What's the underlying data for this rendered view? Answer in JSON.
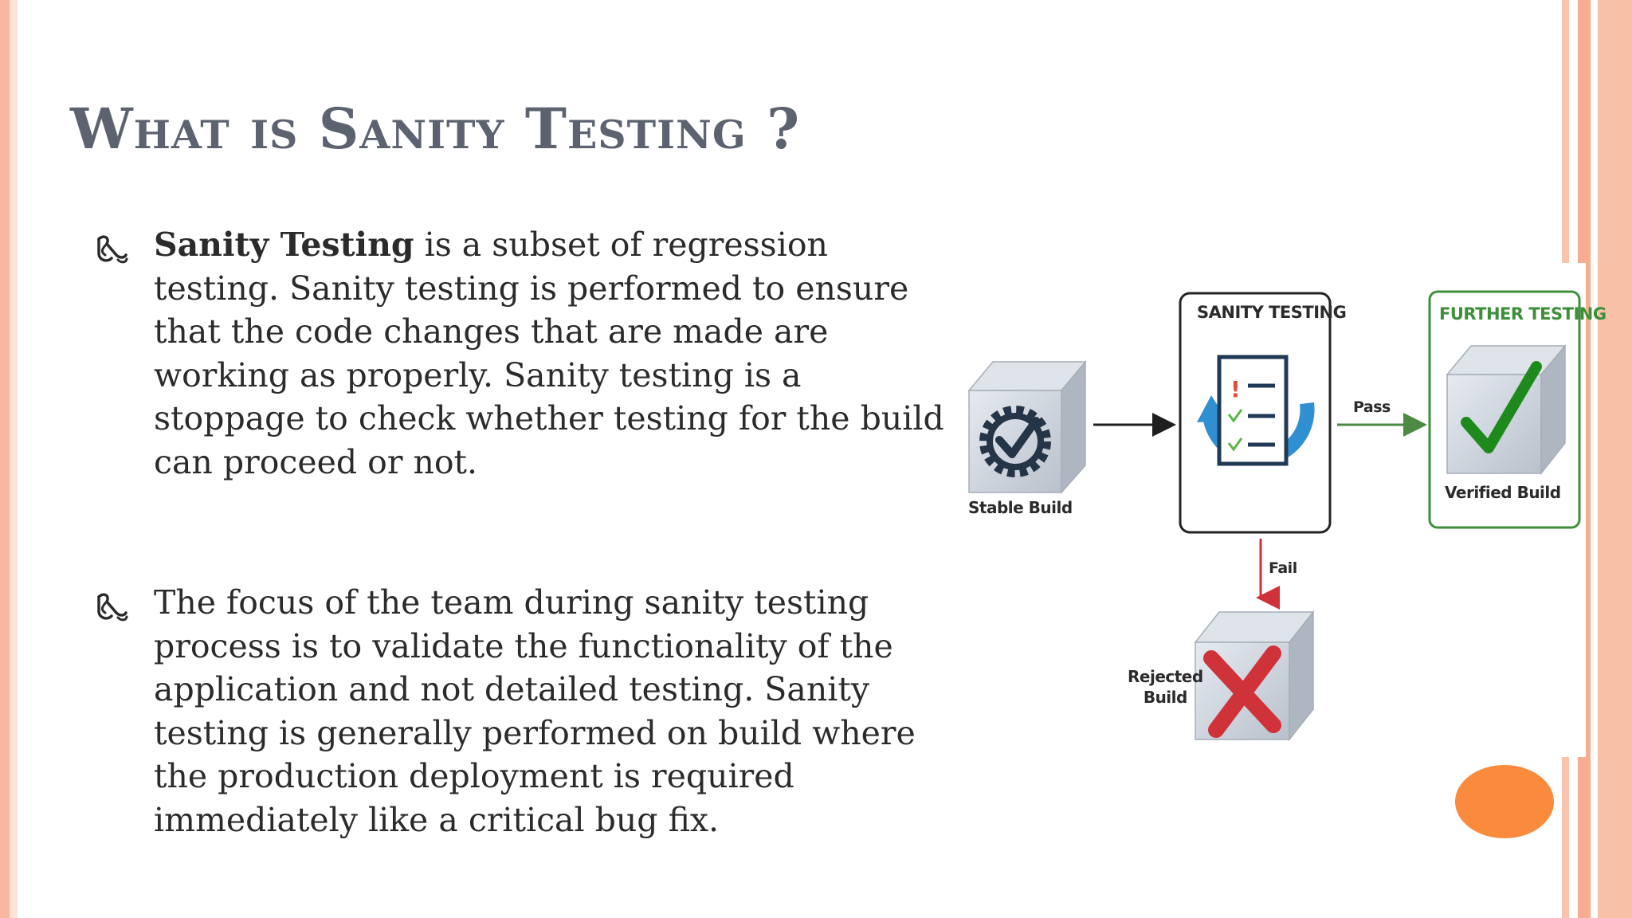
{
  "slide": {
    "title": "What is Sanity Testing ?",
    "bullets": [
      {
        "strong": "Sanity Testing",
        "text": " is a subset of regression testing. Sanity testing is performed to ensure that the code changes that are made are working as properly. Sanity testing is a stoppage to check whether testing for the build can proceed or not."
      },
      {
        "strong": "",
        "text": "The focus of the team during sanity testing process is to validate the functionality of the application and not detailed testing. Sanity testing is generally performed on build where the production deployment is required immediately like a critical bug fix."
      }
    ],
    "bullet_icon": "feather-scroll-icon"
  },
  "diagram": {
    "stable_build": "Stable Build",
    "sanity_testing": "SANITY TESTING",
    "further_testing": "FURTHER TESTING",
    "verified_build": "Verified Build",
    "pass": "Pass",
    "fail": "Fail",
    "rejected_line1": "Rejected",
    "rejected_line2": "Build"
  },
  "colors": {
    "title": "#5c6270",
    "accent_orange": "#fa8a3c",
    "stripe_peach": "#f8b89f",
    "further_green": "#3e8f3a",
    "fail_red": "#d0323a",
    "cycle_blue": "#2f8fd0"
  }
}
